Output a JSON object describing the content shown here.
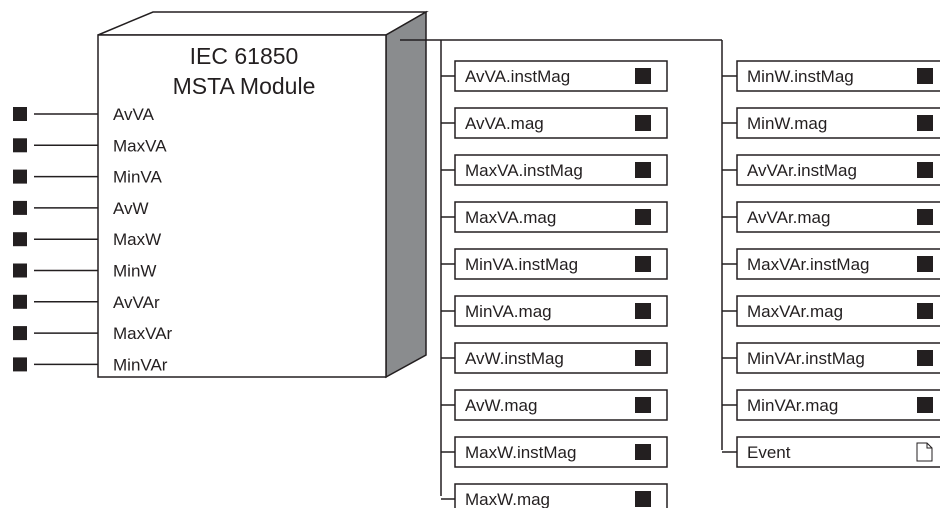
{
  "module": {
    "title_line1": "IEC 61850",
    "title_line2": "MSTA Module"
  },
  "inputs": [
    {
      "label": "AvVA"
    },
    {
      "label": "MaxVA"
    },
    {
      "label": "MinVA"
    },
    {
      "label": "AvW"
    },
    {
      "label": "MaxW"
    },
    {
      "label": "MinW"
    },
    {
      "label": "AvVAr"
    },
    {
      "label": "MaxVAr"
    },
    {
      "label": "MinVAr"
    }
  ],
  "outputs_col1": [
    {
      "label": "AvVA.instMag",
      "icon": "square-register-icon"
    },
    {
      "label": "AvVA.mag",
      "icon": "square-register-icon"
    },
    {
      "label": "MaxVA.instMag",
      "icon": "square-register-icon"
    },
    {
      "label": "MaxVA.mag",
      "icon": "square-register-icon"
    },
    {
      "label": "MinVA.instMag",
      "icon": "square-register-icon"
    },
    {
      "label": "MinVA.mag",
      "icon": "square-register-icon"
    },
    {
      "label": "AvW.instMag",
      "icon": "square-register-icon"
    },
    {
      "label": "AvW.mag",
      "icon": "square-register-icon"
    },
    {
      "label": "MaxW.instMag",
      "icon": "square-register-icon"
    },
    {
      "label": "MaxW.mag",
      "icon": "square-register-icon"
    }
  ],
  "outputs_col2": [
    {
      "label": "MinW.instMag",
      "icon": "square-register-icon"
    },
    {
      "label": "MinW.mag",
      "icon": "square-register-icon"
    },
    {
      "label": "AvVAr.instMag",
      "icon": "square-register-icon"
    },
    {
      "label": "AvVAr.mag",
      "icon": "square-register-icon"
    },
    {
      "label": "MaxVAr.instMag",
      "icon": "square-register-icon"
    },
    {
      "label": "MaxVAr.mag",
      "icon": "square-register-icon"
    },
    {
      "label": "MinVAr.instMag",
      "icon": "square-register-icon"
    },
    {
      "label": "MinVAr.mag",
      "icon": "square-register-icon"
    },
    {
      "label": "Event",
      "icon": "document-icon"
    }
  ],
  "colors": {
    "line": "#231f20",
    "box_side": "#8a8c8e",
    "box_top": "#ffffff",
    "register": "#231f20"
  }
}
